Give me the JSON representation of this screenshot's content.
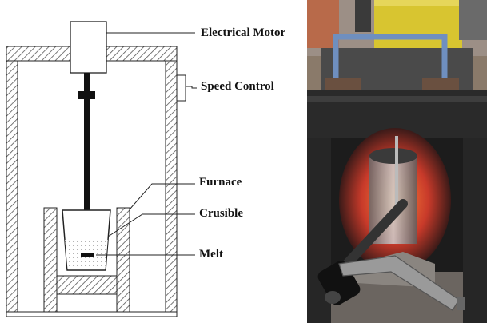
{
  "labels": {
    "motor": "Electrical Motor",
    "speed": "Speed Control",
    "furnace": "Furnace",
    "crucible": "Crusible",
    "melt": "Melt"
  },
  "colors": {
    "hatch": "#555555",
    "line": "#222222",
    "rod": "#111111",
    "melt_dots": "#666666",
    "photo_frame": "#2a2a2a",
    "photo_motor": "#d8c530",
    "photo_glow": "#e04a30",
    "photo_bracket": "#6f8fbf"
  }
}
